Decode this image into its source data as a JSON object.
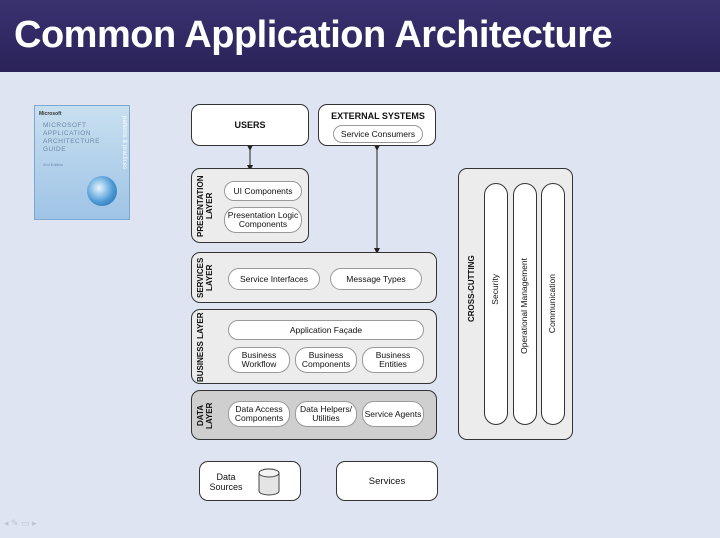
{
  "title": "Common Application Architecture",
  "book": {
    "brand": "Microsoft",
    "title": "MICROSOFT APPLICATION ARCHITECTURE GUIDE",
    "edition": "2nd Edition",
    "spine": "patterns & practices"
  },
  "diagram": {
    "users": "USERS",
    "external_systems": "EXTERNAL SYSTEMS",
    "service_consumers": "Service Consumers",
    "presentation_layer": "PRESENTATION LAYER",
    "ui_components": "UI Components",
    "presentation_logic": "Presentation Logic Components",
    "services_layer": "SERVICES LAYER",
    "service_interfaces": "Service Interfaces",
    "message_types": "Message Types",
    "business_layer": "BUSINESS LAYER",
    "application_facade": "Application Façade",
    "business_workflow": "Business Workflow",
    "business_components": "Business Components",
    "business_entities": "Business Entities",
    "data_layer": "DATA LAYER",
    "data_access": "Data Access Components",
    "data_helpers": "Data Helpers/ Utilities",
    "service_agents": "Service Agents",
    "data_sources": "Data Sources",
    "services": "Services",
    "cross_cutting": "CROSS-CUTTING",
    "security": "Security",
    "operational_management": "Operational Management",
    "communication": "Communication"
  }
}
